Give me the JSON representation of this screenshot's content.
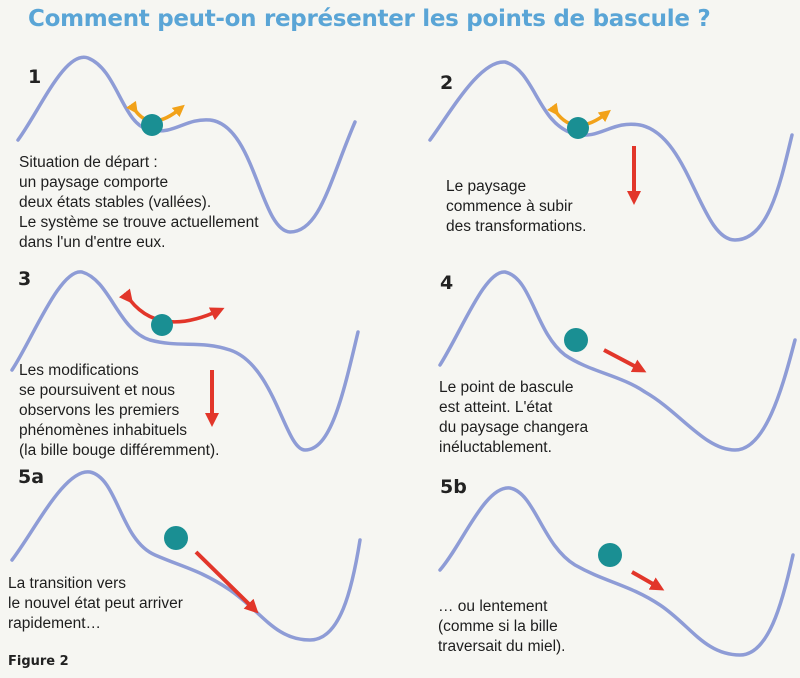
{
  "title": "Comment peut-on représenter les points de bascule ?",
  "figure_label": "Figure 2",
  "colors": {
    "curve": "#8e9cd6",
    "ball": "#1a8f93",
    "red_arrow": "#e2362a",
    "orange_arrow": "#f2a219",
    "title": "#5aa5d6"
  },
  "panels": [
    {
      "number": "1",
      "caption": [
        "Situation de départ :",
        "un paysage comporte",
        "deux états stables (vallées).",
        "Le système se trouve actuellement",
        "dans l'un d'entre eux."
      ]
    },
    {
      "number": "2",
      "caption": [
        "Le paysage",
        "commence à subir",
        "des transformations."
      ]
    },
    {
      "number": "3",
      "caption": [
        "Les modifications",
        "se poursuivent et nous",
        "observons les premiers",
        "phénomènes inhabituels",
        "(la bille bouge différemment)."
      ]
    },
    {
      "number": "4",
      "caption": [
        "Le point de bascule",
        "est atteint. L'état",
        "du paysage changera",
        "inéluctablement."
      ]
    },
    {
      "number": "5a",
      "caption": [
        "La transition vers",
        "le nouvel état peut arriver",
        "rapidement…"
      ]
    },
    {
      "number": "5b",
      "caption": [
        "… ou lentement",
        "(comme si la bille",
        "traversait du miel)."
      ]
    }
  ]
}
